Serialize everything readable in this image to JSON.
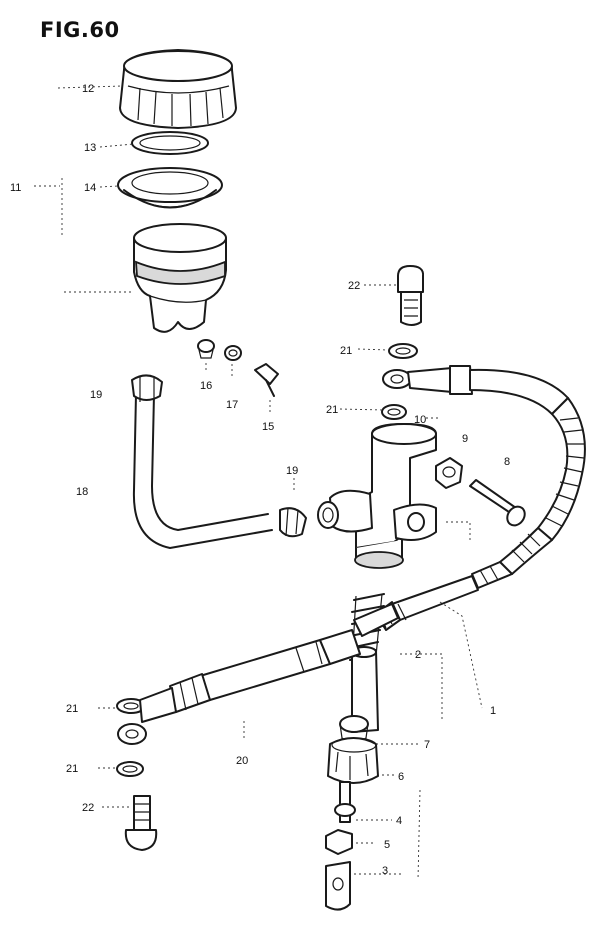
{
  "figure": {
    "title": "FIG.60"
  },
  "callouts": {
    "p1": "1",
    "p2": "2",
    "p3": "3",
    "p4": "4",
    "p5": "5",
    "p6": "6",
    "p7": "7",
    "p8": "8",
    "p9": "9",
    "p10": "10",
    "p11": "11",
    "p12": "12",
    "p13": "13",
    "p14": "14",
    "p15": "15",
    "p16": "16",
    "p17": "17",
    "p18": "18",
    "p19a": "19",
    "p19b": "19",
    "p20": "20",
    "p21a": "21",
    "p21b": "21",
    "p21c": "21",
    "p21d": "21",
    "p22a": "22",
    "p22b": "22"
  }
}
